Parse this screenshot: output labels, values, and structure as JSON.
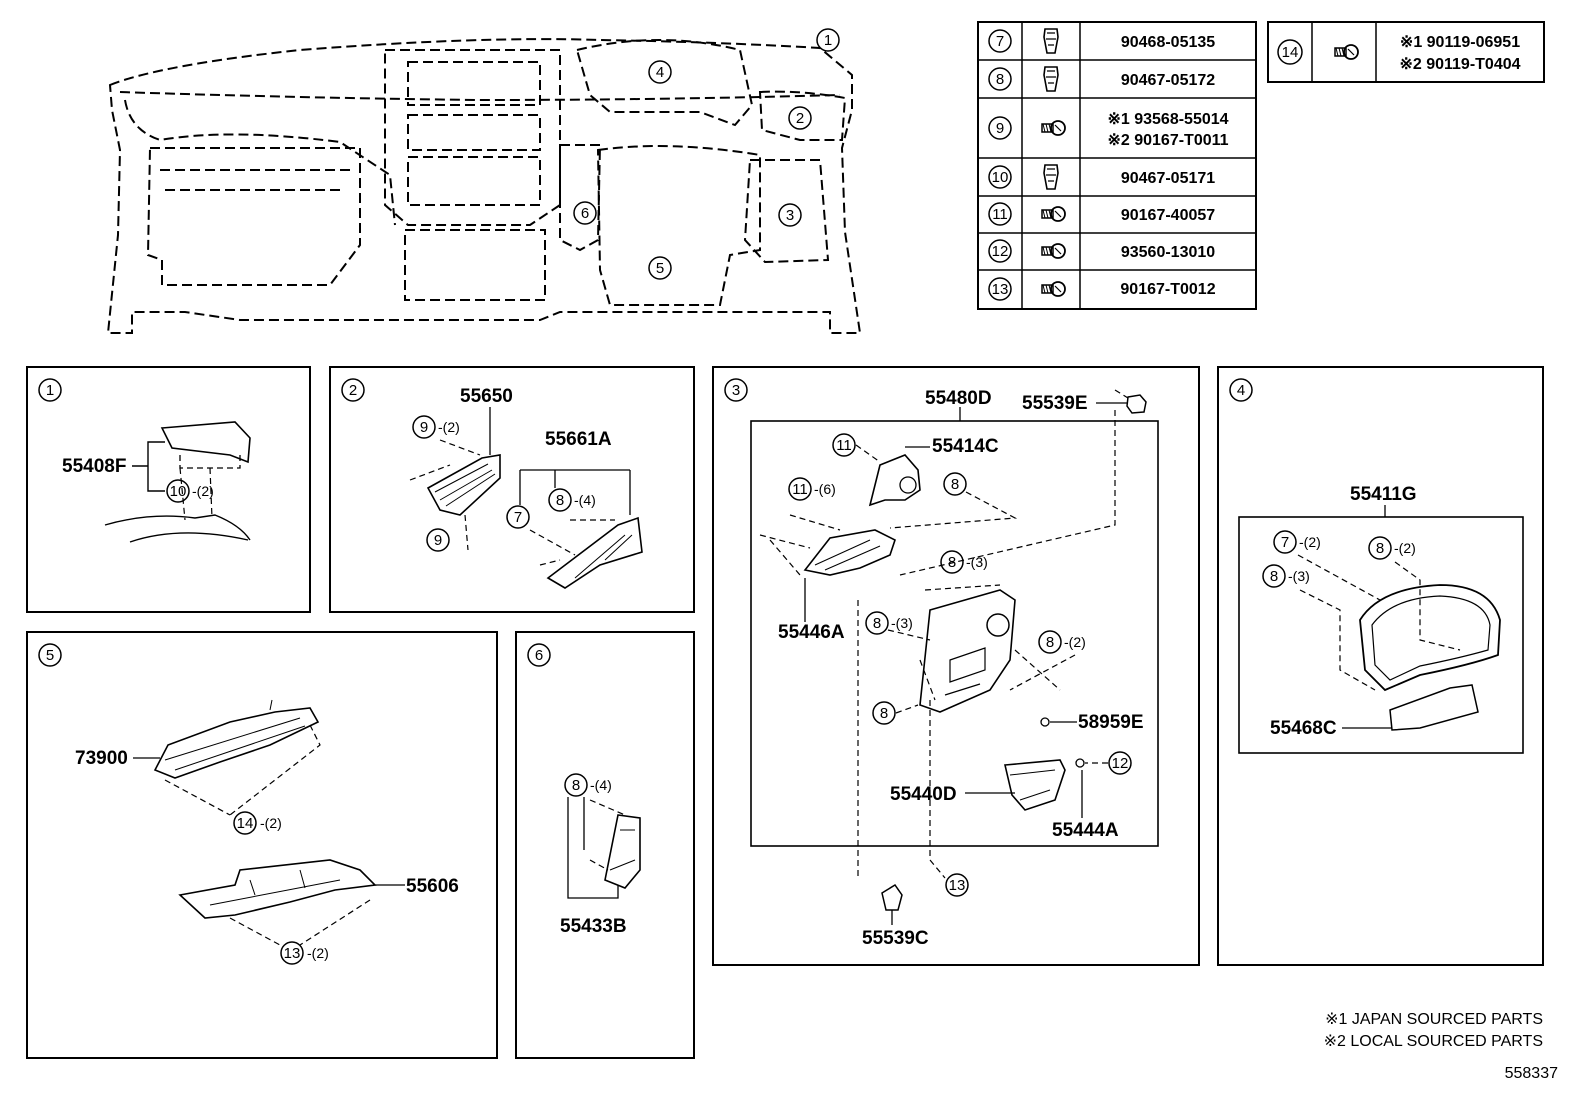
{
  "callouts": {
    "c1": "1",
    "c2": "2",
    "c3": "3",
    "c4": "4",
    "c5": "5",
    "c6": "6",
    "c7": "7",
    "c8": "8",
    "c9": "9",
    "c10": "10",
    "c11": "11",
    "c12": "12",
    "c13": "13",
    "c14": "14"
  },
  "fastener_table": [
    {
      "ref": "7",
      "part": "90468-05135"
    },
    {
      "ref": "8",
      "part": "90467-05172"
    },
    {
      "ref": "9",
      "part_1": "※1 93568-55014",
      "part_2": "※2 90167-T0011"
    },
    {
      "ref": "10",
      "part": "90467-05171"
    },
    {
      "ref": "11",
      "part": "90167-40057"
    },
    {
      "ref": "12",
      "part": "93560-13010"
    },
    {
      "ref": "13",
      "part": "90167-T0012"
    }
  ],
  "table_14": {
    "ref": "14",
    "part_1": "※1 90119-06951",
    "part_2": "※2 90119-T0404"
  },
  "parts": {
    "p55408F": "55408F",
    "p55650": "55650",
    "p55661A": "55661A",
    "p55480D": "55480D",
    "p55539E": "55539E",
    "p55414C": "55414C",
    "p55446A": "55446A",
    "p58959E": "58959E",
    "p55440D": "55440D",
    "p55444A": "55444A",
    "p55539C": "55539C",
    "p55411G": "55411G",
    "p55468C": "55468C",
    "p73900": "73900",
    "p55606": "55606",
    "p55433B": "55433B"
  },
  "quantities": {
    "q2": "-(2)",
    "q3": "-(3)",
    "q4": "-(4)",
    "q6": "-(6)"
  },
  "notes": {
    "n1": "※1 JAPAN SOURCED PARTS",
    "n2": "※2 LOCAL SOURCED PARTS"
  },
  "figure_id": "558337"
}
